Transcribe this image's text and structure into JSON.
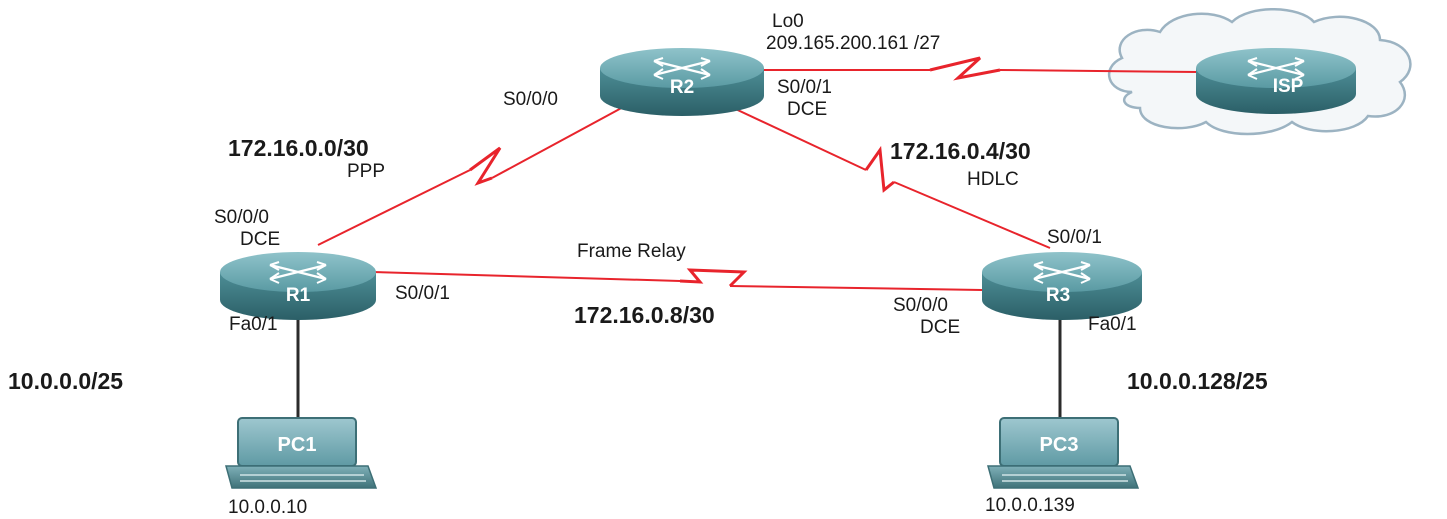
{
  "devices": {
    "r1": "R1",
    "r2": "R2",
    "r3": "R3",
    "isp": "ISP",
    "pc1": "PC1",
    "pc3": "PC3"
  },
  "r2_loopback": {
    "name": "Lo0",
    "address": "209.165.200.161 /27"
  },
  "links": {
    "r1_r2": {
      "network": "172.16.0.0/30",
      "encapsulation": "PPP",
      "r2_interface": "S0/0/0",
      "r1_interface": "S0/0/0",
      "r1_role": "DCE"
    },
    "r2_r3": {
      "network": "172.16.0.4/30",
      "encapsulation": "HDLC",
      "r2_interface": "S0/0/1",
      "r2_role": "DCE",
      "r3_interface": "S0/0/1"
    },
    "r1_r3": {
      "network": "172.16.0.8/30",
      "encapsulation": "Frame Relay",
      "r1_interface": "S0/0/1",
      "r3_interface": "S0/0/0",
      "r3_role": "DCE"
    }
  },
  "lans": {
    "r1": {
      "interface": "Fa0/1",
      "network": "10.0.0.0/25",
      "pc_ip": "10.0.0.10"
    },
    "r3": {
      "interface": "Fa0/1",
      "network": "10.0.0.128/25",
      "pc_ip": "10.0.0.139"
    }
  },
  "colors": {
    "serial_link": "#e8242c",
    "lan_link": "#2b2b2b",
    "router_body": "#3f7f88",
    "cloud": "#9cb3c2"
  }
}
